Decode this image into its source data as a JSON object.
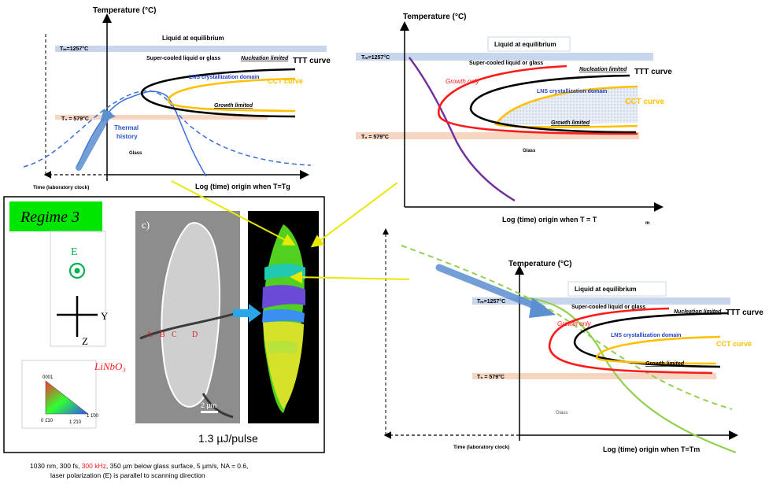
{
  "colors": {
    "ttt": "#000000",
    "lns": "#ff1a1a",
    "cct": "#ffc000",
    "thermal": "#3a6fd8",
    "arrow_blue": "#5b8fd0",
    "growth_purple": "#7030a0",
    "green_path": "#92d050",
    "regime_green": "#00e600",
    "tm_line": "#b4c7e7",
    "tg_line": "#f4cbb1"
  },
  "panel_a": {
    "y_axis_label": "Temperature (°C)",
    "liquid": "Liquid at equilibrium",
    "supercooled": "Super-cooled liquid or glass",
    "nucleation": "Nucleation limited",
    "ttt": "TTT curve",
    "lns": "LNS crystallization domain",
    "cct": "CCT curve",
    "growth_limited": "Growth limited",
    "tm": "Tₘ=1257°C",
    "tg": "T₉ = 579°C",
    "thermal": [
      "Thermal",
      "history"
    ],
    "glass": "Glass",
    "time_label": "Time (laboratory clock)",
    "x_axis_label": "Log (time)  origin when T=Tg"
  },
  "panel_b": {
    "y_axis_label": "Temperature (°C)",
    "liquid": "Liquid at equilibrium",
    "supercooled": "Super-cooled liquid or glass",
    "nucleation": "Nucleation limited",
    "ttt": "TTT curve",
    "growth_only": "Growth only",
    "lns": "LNS crystallization domain",
    "cct": "CCT curve",
    "growth_limited": "Growth limited",
    "tm": "Tₘ=1257°C",
    "tg": "T₉ = 579°C",
    "glass": "Glass",
    "x_axis_label": "Log (time)  origin when T = T",
    "x_axis_sub": "m"
  },
  "panel_c": {
    "y_axis_label": "Temperature (°C)",
    "liquid": "Liquid at equilibrium",
    "supercooled": "Super-cooled liquid or glass",
    "nucleation": "Nucleation limited",
    "ttt": "TTT curve",
    "growth_only": "Growth only",
    "lns": "LNS crystallization domain",
    "cct": "CCT curve",
    "growth_limited": "Growth limited",
    "tm": "Tₘ=1257°C",
    "tg": "T₉ = 579°C",
    "glass": "Glass",
    "time_label": "Time (laboratory clock)",
    "x_axis_label": "Log (time)  origin when T=Tm"
  },
  "experiment": {
    "regime": "Regime 3",
    "e_label": "E",
    "y_label": "Y",
    "z_label": "Z",
    "material": "LiNbO₃",
    "ipf_labels": [
      "0001",
      "1 1̄00",
      "0 1̄10",
      "1 2̄10"
    ],
    "panel_letter": "c)",
    "points": [
      "A",
      "B",
      "C",
      "D"
    ],
    "scale": "2 µm",
    "pulse": "1.3 µJ/pulse",
    "caption_pre": "1030 nm, 300 fs, ",
    "caption_red": "300 kHz",
    "caption_post": ", 350 µm below glass surface, 5 µm/s, NA = 0.6,",
    "caption_line2": "laser polarization (E) is parallel to scanning direction"
  }
}
